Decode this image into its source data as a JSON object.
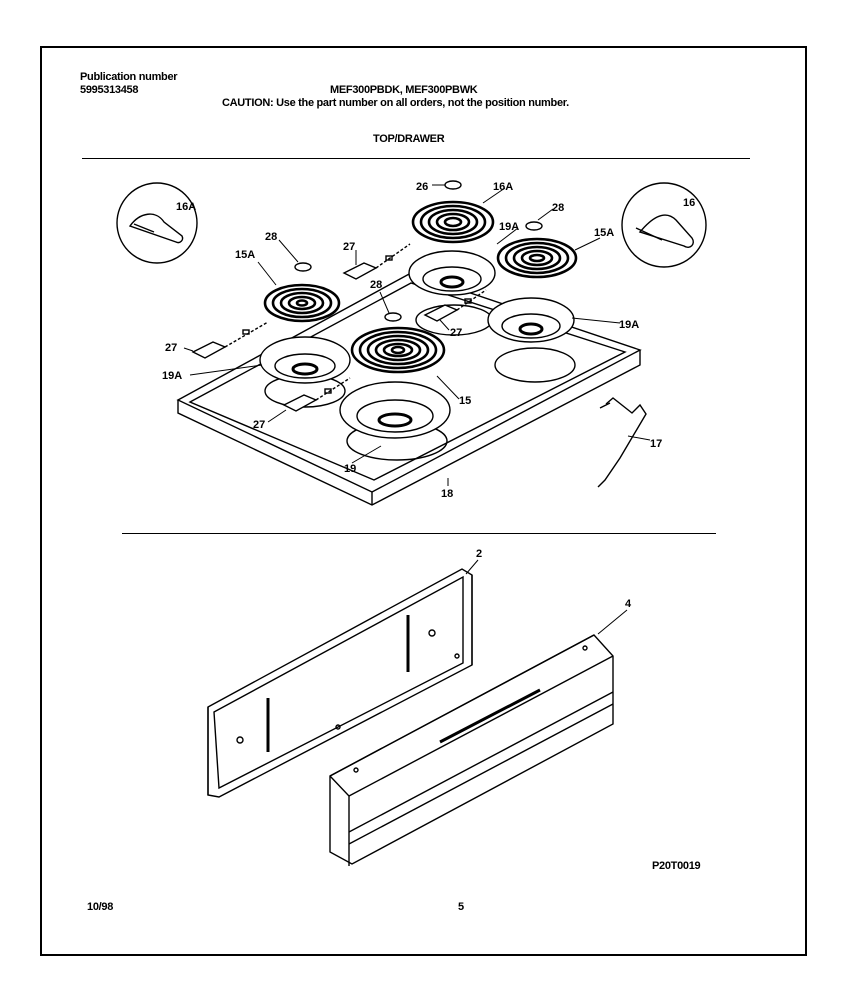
{
  "header": {
    "publication_label": "Publication number",
    "publication_number": "5995313458",
    "models": "MEF300PBDK, MEF300PBWK",
    "caution": "CAUTION:  Use the part number on all orders, not the position number.",
    "section_title": "TOP/DRAWER"
  },
  "callouts": {
    "c16A_inset": "16A",
    "c16_inset": "16",
    "c26_top": "26",
    "c16A_top": "16A",
    "c28_top": "28",
    "c19A_top": "19A",
    "c15A_right": "15A",
    "c28_left": "28",
    "c15A_left": "15A",
    "c27_upper": "27",
    "c28_mid": "28",
    "c27_mid": "27",
    "c19A_right": "19A",
    "c27_left": "27",
    "c19A_left": "19A",
    "c15": "15",
    "c27_lower": "27",
    "c19": "19",
    "c18": "18",
    "c17": "17",
    "c2": "2",
    "c4": "4"
  },
  "footer": {
    "diagram_code": "P20T0019",
    "date": "10/98",
    "page": "5"
  }
}
